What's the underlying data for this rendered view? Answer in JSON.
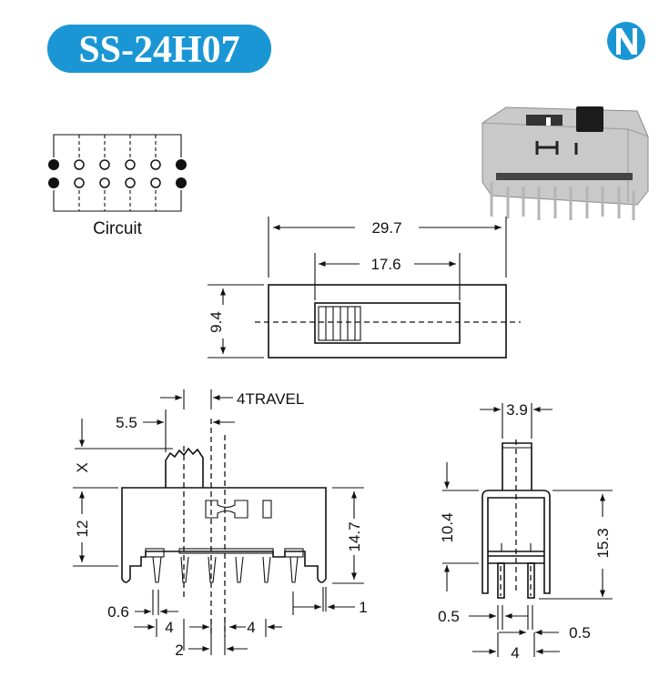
{
  "header": {
    "model": "SS-24H07",
    "brand_color": "#1a96d4",
    "logo_letter": "N"
  },
  "circuit": {
    "label": "Circuit"
  },
  "top_view": {
    "overall_length": "29.7",
    "slot_length": "17.6",
    "width": "9.4"
  },
  "front_view": {
    "actuator_width": "5.5",
    "travel": "4TRAVEL",
    "actuator_height": "X",
    "body_height": "12",
    "total_height": "14.7",
    "pin_width": "0.6",
    "pitch_left": "4",
    "pitch_right": "4",
    "center_offset": "2",
    "leg_width": "1"
  },
  "side_view": {
    "actuator_width": "3.9",
    "body_height": "10.4",
    "total_height": "15.3",
    "pin_width_left": "0.5",
    "pin_width_right": "0.5",
    "row_pitch": "4"
  }
}
